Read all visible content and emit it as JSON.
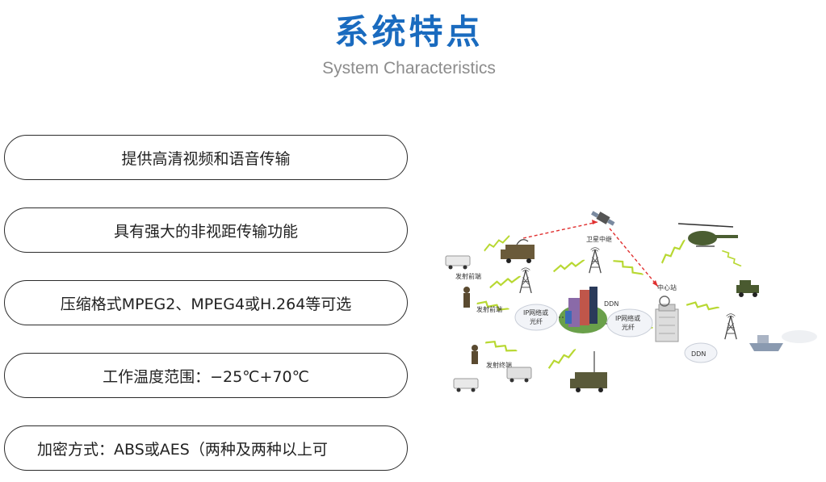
{
  "header": {
    "title": "系统特点",
    "subtitle": "System Characteristics"
  },
  "features": [
    "提供高清视频和语音传输",
    "具有强大的非视距传输功能",
    "压缩格式MPEG2、MPEG4或H.264等可选",
    "工作温度范围：−25℃+70℃",
    "加密方式：ABS或AES（两种及两种以上可"
  ],
  "diagram": {
    "labels": {
      "satellite_relay": "卫星中继",
      "center_station": "中心站",
      "front_end_1": "发射前端",
      "front_end_2": "发射前端",
      "terminal": "发射终端",
      "ip_network_1_line1": "IP网络或",
      "ip_network_1_line2": "光纤",
      "ip_network_2_line1": "IP网络或",
      "ip_network_2_line2": "光纤",
      "ddn_1": "DDN",
      "ddn_2": "DDN"
    },
    "colors": {
      "lightning": "#b8d832",
      "dashed_link": "#e03030",
      "cloud_fill": "#f2f4f8",
      "cloud_stroke": "#c9ced8"
    }
  }
}
